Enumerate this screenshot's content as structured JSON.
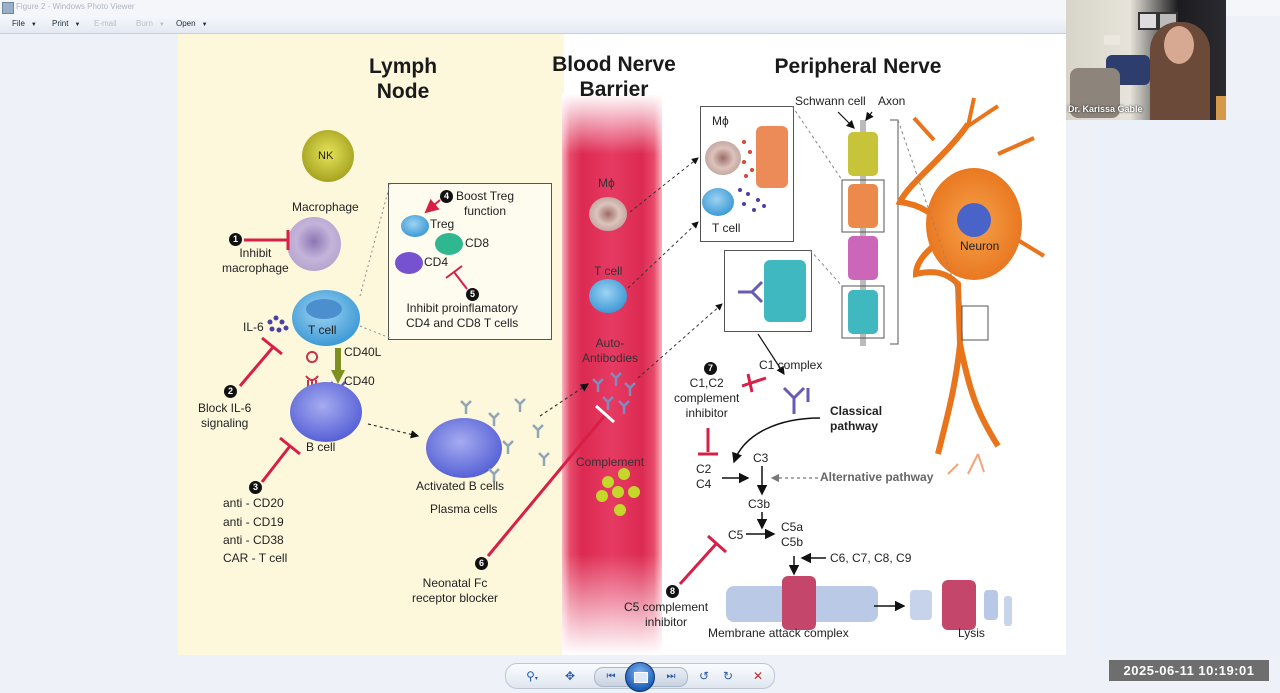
{
  "window": {
    "title": "Figure 2 - Windows Photo Viewer",
    "app_icon": "photo-viewer-icon"
  },
  "menu": [
    {
      "label": "File",
      "has_dropdown": true,
      "enabled": true
    },
    {
      "label": "Print",
      "has_dropdown": true,
      "enabled": true
    },
    {
      "label": "E-mail",
      "has_dropdown": false,
      "enabled": false
    },
    {
      "label": "Burn",
      "has_dropdown": true,
      "enabled": false
    },
    {
      "label": "Open",
      "has_dropdown": true,
      "enabled": true
    }
  ],
  "figure": {
    "panels": {
      "lymph_node": "Lymph\nNode",
      "blood_nerve_barrier": "Blood Nerve\nBarrier",
      "peripheral_nerve": "Peripheral Nerve"
    },
    "lymph": {
      "nk": "NK",
      "macrophage": "Macrophage",
      "inhibit_macrophage": "Inhibit\nmacrophage",
      "t_cell": "T cell",
      "il6": "IL-6",
      "cd40l": "CD40L",
      "cd40": "CD40",
      "b_cell": "B cell",
      "block_il6": "Block IL-6\nsignaling",
      "therapies": [
        "anti - CD20",
        "anti - CD19",
        "anti - CD38",
        "CAR - T cell"
      ],
      "activated_b": "Activated B cells",
      "plasma": "Plasma cells",
      "boost_treg": "Boost Treg\nfunction",
      "treg": "Treg",
      "cd8": "CD8",
      "cd4": "CD4",
      "inhibit_proinflam": "Inhibit proinflamatory\nCD4 and CD8 T cells",
      "fcrn": "Neonatal Fc\nreceptor blocker"
    },
    "barrier": {
      "mphi": "Mϕ",
      "t_cell": "T cell",
      "autoantibodies": "Auto-\nAntibodies",
      "complement": "Complement"
    },
    "nerve": {
      "mphi": "Mϕ",
      "t_cell": "T cell",
      "schwann": "Schwann cell",
      "axon": "Axon",
      "neuron": "Neuron",
      "c1_complex": "C1 complex",
      "c1c2_inhibitor": "C1,C2\ncomplement\ninhibitor",
      "classical": "Classical\npathway",
      "c2c4": "C2\nC4",
      "c3": "C3",
      "alternative": "Alternative pathway",
      "c3b": "C3b",
      "c5": "C5",
      "c5ab": "C5a\nC5b",
      "c6_c9": "C6, C7, C8, C9",
      "c5_inhibitor": "C5 complement\ninhibitor",
      "mac": "Membrane attack complex",
      "lysis": "Lysis"
    },
    "steps": [
      "1",
      "2",
      "3",
      "4",
      "5",
      "6",
      "7",
      "8"
    ],
    "colors": {
      "lymph_bg": "#fdf8dc",
      "vessel": "#dc2a52",
      "inhibit": "#d81f45"
    }
  },
  "webcam": {
    "participant_name": "Dr. Karissa Gable"
  },
  "toolbar": {
    "buttons": [
      {
        "name": "zoom",
        "icon": "magnifier-icon"
      },
      {
        "name": "actual-size",
        "icon": "fit-icon"
      },
      {
        "name": "previous",
        "icon": "previous-icon"
      },
      {
        "name": "slideshow",
        "icon": "slideshow-icon"
      },
      {
        "name": "next",
        "icon": "next-icon"
      },
      {
        "name": "rotate-ccw",
        "icon": "rotate-ccw-icon"
      },
      {
        "name": "rotate-cw",
        "icon": "rotate-cw-icon"
      },
      {
        "name": "delete",
        "icon": "delete-icon"
      }
    ]
  },
  "timestamp": "2025-06-11 10:19:01"
}
